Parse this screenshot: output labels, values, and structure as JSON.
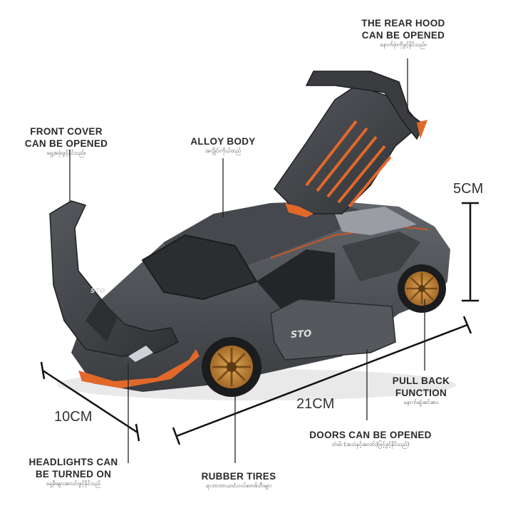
{
  "labels": {
    "rear_hood": {
      "line1": "THE REAR HOOD",
      "line2": "CAN BE OPENED",
      "sub": "နောက်ဖုံးကိုဖွင့်နိုင်သည်။"
    },
    "front_cover": {
      "line1": "FRONT COVER",
      "line2": "CAN BE OPENED",
      "sub": "ရှေ့အဖုံးဖွင့်နိုင်သည်။"
    },
    "alloy_body": {
      "line1": "ALLOY BODY",
      "sub": "အလွိုင်းကိုယ်ထည်"
    },
    "pull_back": {
      "line1": "PULL BACK FUNCTION",
      "sub": "နောက်ဆွဲအင်အား"
    },
    "doors": {
      "line1": "DOORS CAN BE OPENED",
      "sub": "တံခါး (အသံနှင့်အလင်း)ဖြင့်ဖွင့်နိုင်သည်)"
    },
    "headlights": {
      "line1": "HEADLIGHTS CAN",
      "line2": "BE TURNED ON",
      "sub": "ရှေ့မီးများအလင်းဖွင့်နိုင်သည်"
    },
    "rubber_tires": {
      "line1": "RUBBER TIRES",
      "sub": "ရာဘာတာယာ/ပလပ်စတစ်ဘီးများ"
    }
  },
  "dimensions": {
    "height": "5CM",
    "length": "21CM",
    "width": "10CM"
  },
  "badges": {
    "side": "STO",
    "hood": "STO"
  },
  "colors": {
    "body": "#4e5155",
    "accent": "#e2682a",
    "rim": "#c88a3c",
    "line": "#222222"
  }
}
